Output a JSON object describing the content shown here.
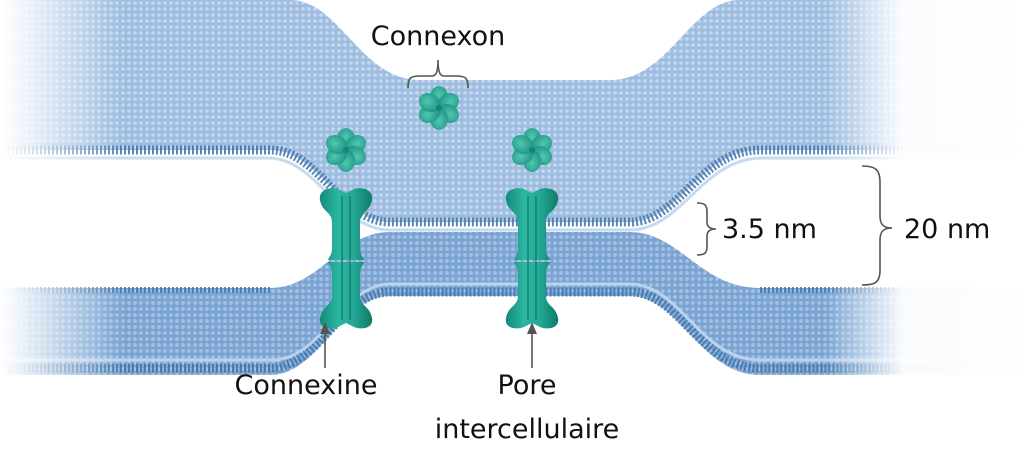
{
  "title": "Gap junction (jonction communicante)",
  "labels": {
    "connexon": "Connexon",
    "connexine": "Connexine",
    "pore_line1": "Pore",
    "pore_line2": "intercellulaire",
    "gap_small": "3.5 nm",
    "gap_large": "20 nm"
  },
  "colors": {
    "membrane_light": "#a9c4e3",
    "membrane_mid": "#8fb2da",
    "membrane_dark": "#4a7fb3",
    "membrane_bilayer_dark": "#3f73a8",
    "protein_teal": "#21a593",
    "protein_teal_light": "#3cc0ab",
    "protein_teal_dark": "#12806f",
    "bracket": "#555555",
    "arrow": "#555555",
    "text": "#111111"
  }
}
